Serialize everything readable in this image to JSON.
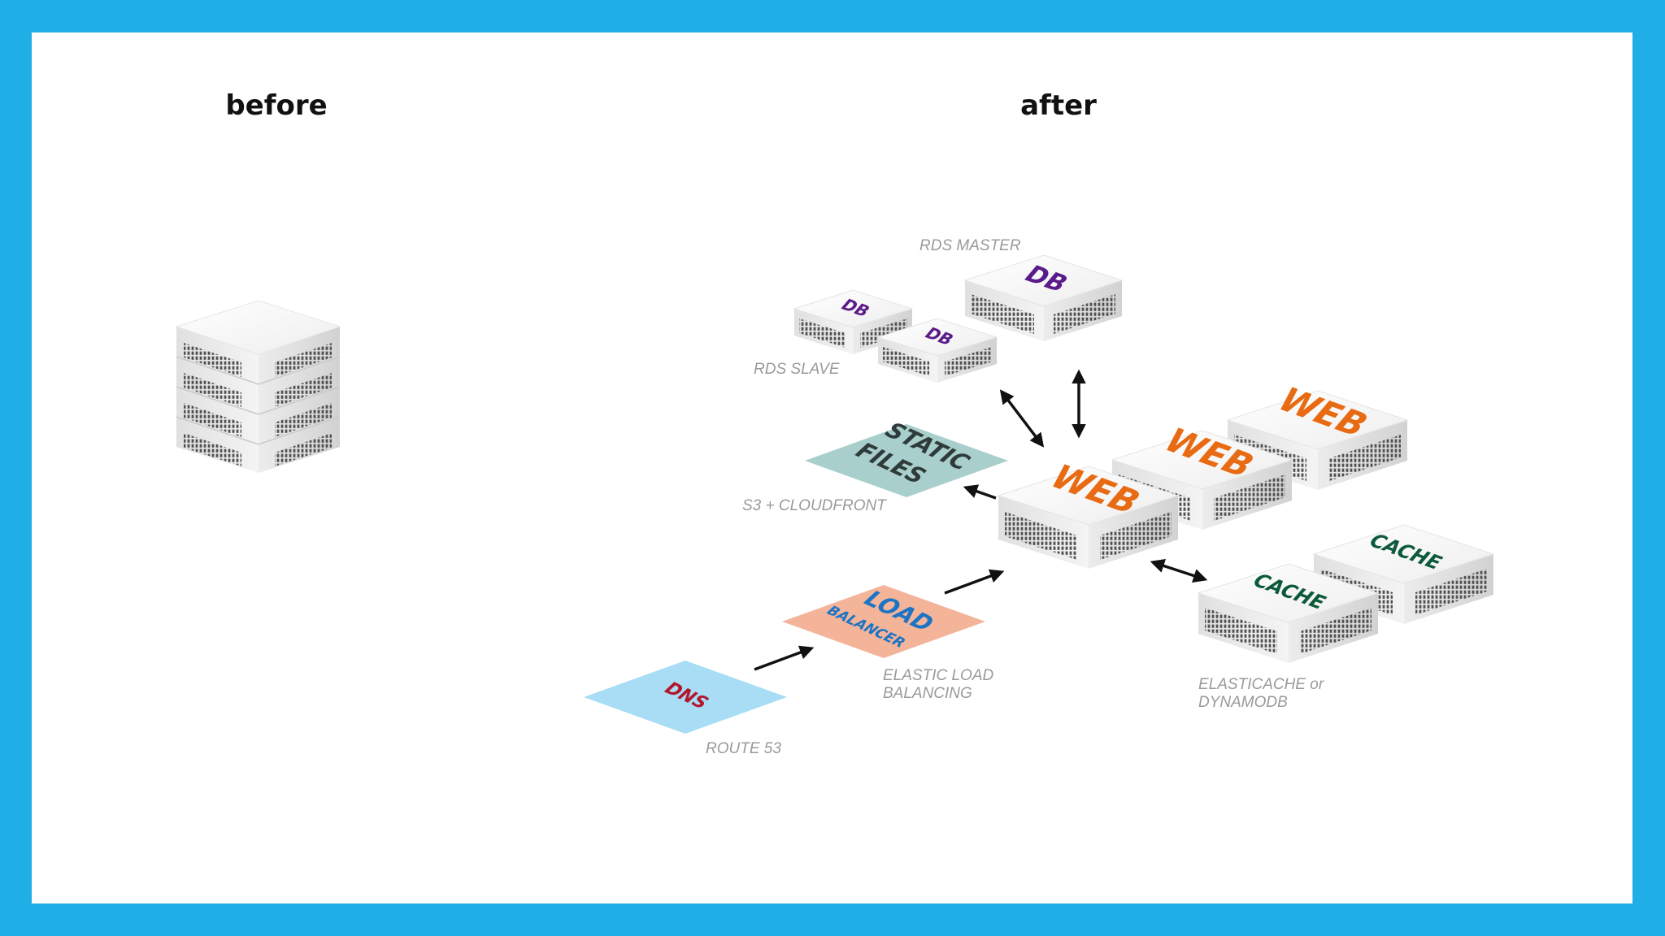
{
  "headings": {
    "before": "before",
    "after": "after"
  },
  "captions": {
    "rds_master": "RDS MASTER",
    "rds_slave": "RDS SLAVE",
    "s3_cloudfront": "S3 + CLOUDFRONT",
    "elastic_lb_1": "ELASTIC LOAD",
    "elastic_lb_2": "BALANCING",
    "elasticache_1": "ELASTICACHE or",
    "elasticache_2": "DYNAMODB",
    "route53": "ROUTE 53"
  },
  "labels": {
    "db": "DB",
    "web": "WEB",
    "cache": "CACHE",
    "static_1": "STATIC",
    "static_2": "FILES",
    "load_1": "LOAD",
    "load_2": "BALANCER",
    "dns": "DNS"
  },
  "colors": {
    "frame": "#1faee6",
    "db": "#5a1a8a",
    "web": "#e86a12",
    "cache": "#0d5a3a",
    "static_tile": "#a9cfcc",
    "static_text": "#2f3b3a",
    "lb_tile": "#f4b49a",
    "lb_text": "#1c74c4",
    "dns_tile": "#a8ddf5",
    "dns_text": "#b3172c"
  }
}
